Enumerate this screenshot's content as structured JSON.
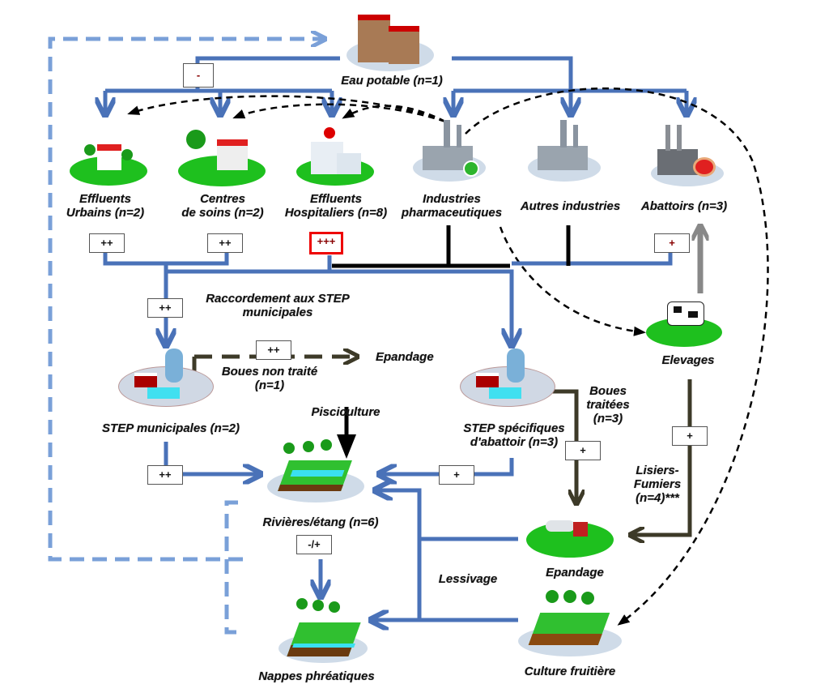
{
  "nodes": {
    "eau_potable": "Eau potable (n=1)",
    "effluents_urbains": [
      "Effluents",
      "Urbains (n=2)"
    ],
    "centres_soins": [
      "Centres",
      "de soins (n=2)"
    ],
    "effluents_hospitaliers": [
      "Effluents",
      "Hospitaliers (n=8)"
    ],
    "industries_pharma": [
      "Industries",
      "pharmaceutiques"
    ],
    "autres_industries": "Autres industries",
    "abattoirs": "Abattoirs (n=3)",
    "raccordement": [
      "Raccordement aux STEP",
      "municipales"
    ],
    "step_municipales": "STEP municipales (n=2)",
    "boues_non_traite": [
      "Boues non traité",
      "(n=1)"
    ],
    "epandage_top": "Epandage",
    "elevages": "Elevages",
    "step_abattoir": [
      "STEP spécifiques",
      "d'abattoir (n=3)"
    ],
    "boues_traitees": [
      "Boues",
      "traitées",
      "(n=3)"
    ],
    "pisciculture": "Pisciculture",
    "rivieres": "Rivières/étang (n=6)",
    "lisiers": [
      "Lisiers-",
      "Fumiers",
      "(n=4)***"
    ],
    "epandage": "Epandage",
    "lessivage": "Lessivage",
    "nappes": "Nappes phréatiques",
    "culture": "Culture fruitière"
  },
  "impacts": {
    "eau_potable": "-",
    "urbains": "++",
    "soins": "++",
    "hospitaliers": "+++",
    "abattoirs": "+",
    "raccordement": "++",
    "boues_non_traite": "++",
    "step_mun_to_riviere": "++",
    "step_abat_to_riviere": "+",
    "boues_traitees": "+",
    "lisiers": "+",
    "riviere_to_nappes": "-/+"
  },
  "colors": {
    "blue_flow": "#4a72b8",
    "dashed_light_blue": "#7aa0d8",
    "sludge": "#3d3a28",
    "industrial": "#000000",
    "highlight_red": "#e00000"
  }
}
